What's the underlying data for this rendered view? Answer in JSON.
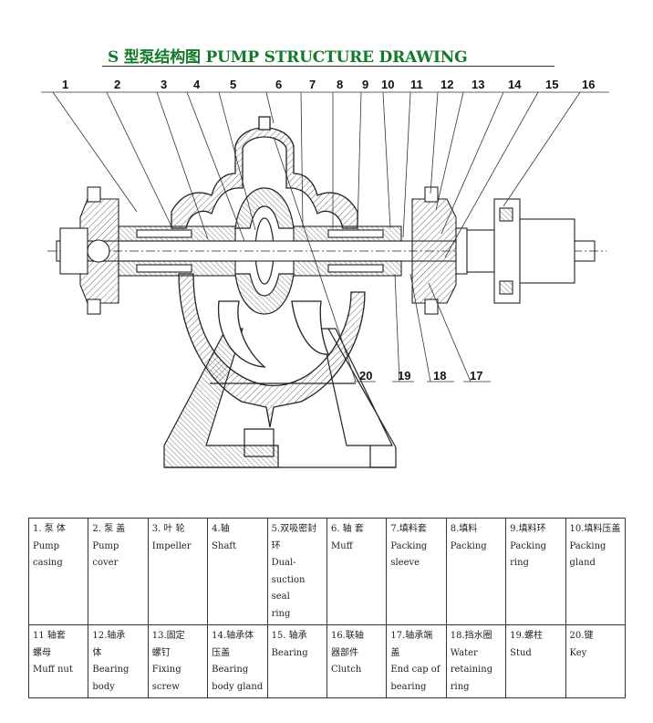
{
  "title": "S 型泵结构图  PUMP STRUCTURE DRAWING",
  "callouts_top": [
    "1",
    "2",
    "3",
    "4",
    "5",
    "6",
    "7",
    "8",
    "9",
    "10",
    "11",
    "12",
    "13",
    "14",
    "15",
    "16"
  ],
  "callouts_bottom": [
    "20",
    "19",
    "18",
    "17"
  ],
  "legend": {
    "rows": [
      [
        {
          "text": "1. 泵 体\nPump\ncasing"
        },
        {
          "text": "2. 泵 盖\nPump\ncover"
        },
        {
          "text": "3. 叶 轮\nImpeller"
        },
        {
          "text": "4.轴\nShaft"
        },
        {
          "text": "5.双吸密封环\nDual-suction seal\nring"
        },
        {
          "text": "6. 轴 套\nMuff"
        },
        {
          "text": "7.填料套\nPacking\nsleeve"
        },
        {
          "text": "8.填料\nPacking"
        },
        {
          "text": "9.填料环\nPacking\nring"
        },
        {
          "text": "10.填料压盖\nPacking\ngland"
        }
      ],
      [
        {
          "text": "11 轴套\n螺母\nMuff nut"
        },
        {
          "text": "12.轴承\n体\nBearing\nbody"
        },
        {
          "text": "13.固定\n螺钉\nFixing\nscrew"
        },
        {
          "text": "14.轴承体\n压盖\nBearing\nbody gland"
        },
        {
          "text": "15. 轴承\nBearing"
        },
        {
          "text": "16.联轴\n器部件\nClutch"
        },
        {
          "text": "17.轴承端\n盖\nEnd cap of\nbearing"
        },
        {
          "text": "18.挡水圈\nWater\nretaining ring"
        },
        {
          "text": "19.螺柱\nStud"
        },
        {
          "text": "20.键\nKey"
        }
      ]
    ]
  }
}
